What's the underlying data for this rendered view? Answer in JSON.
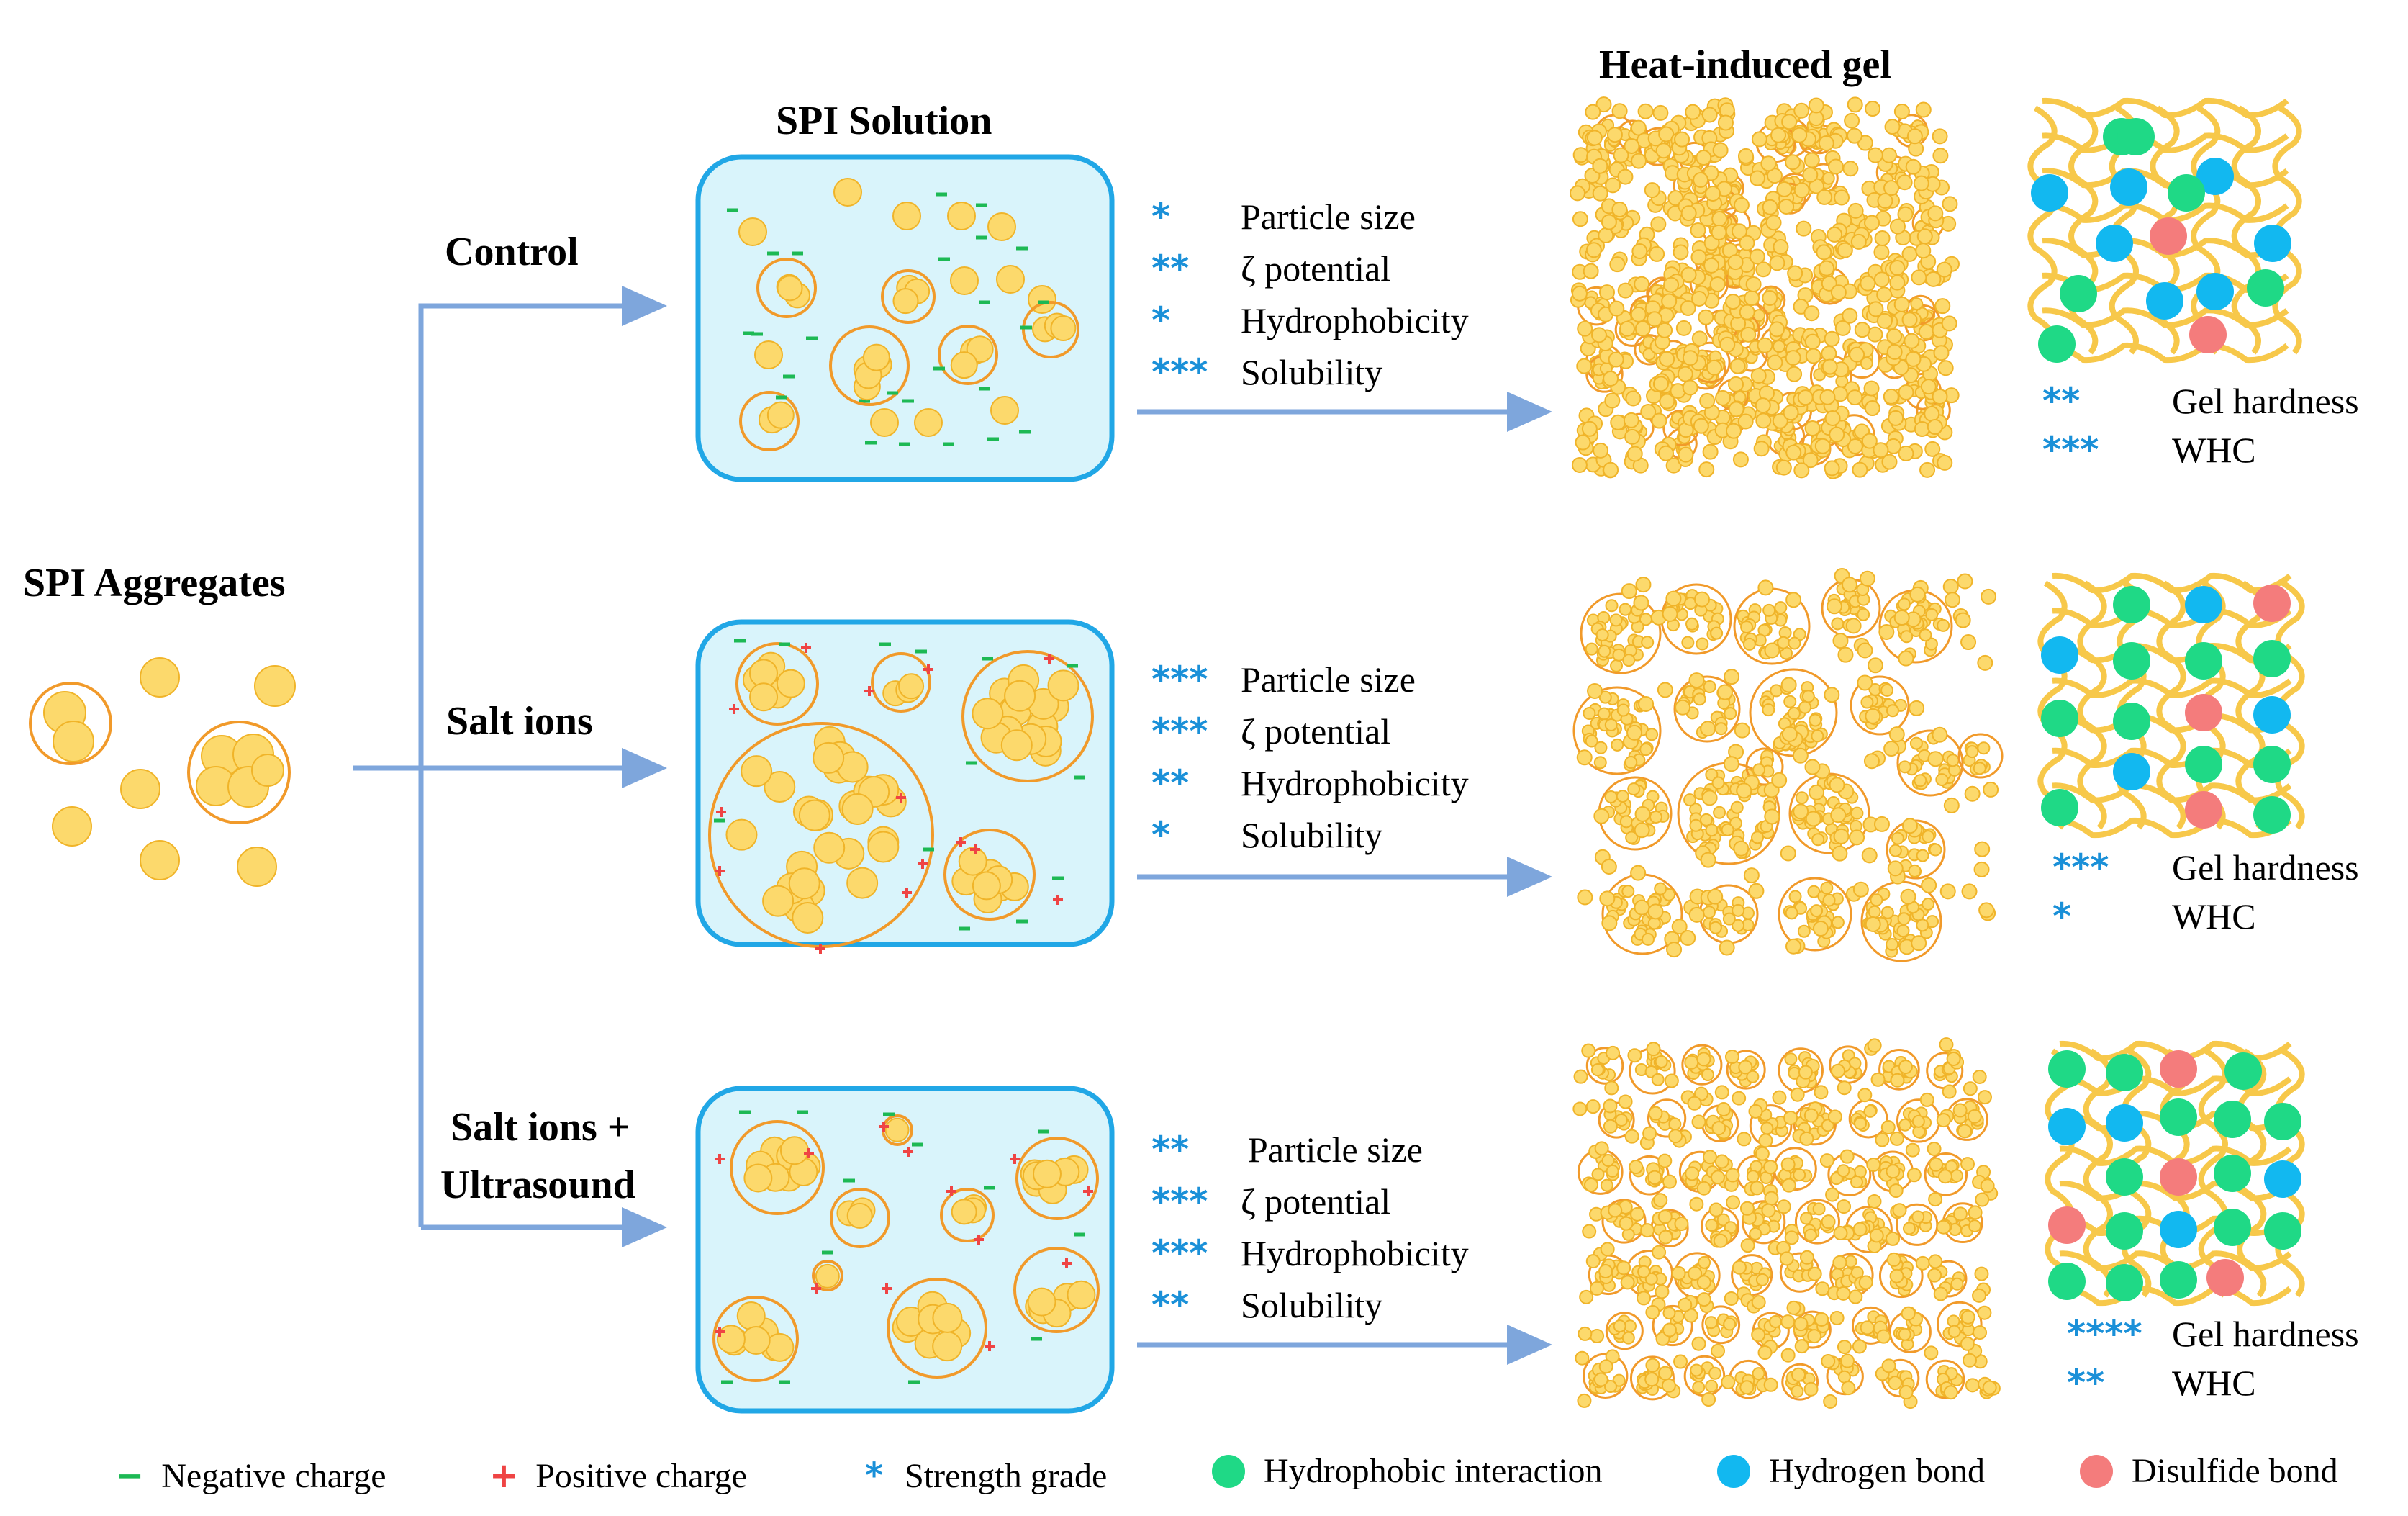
{
  "source": {
    "title": "SPI Aggregates"
  },
  "solution_title": "SPI Solution",
  "gel_title": "Heat-induced gel",
  "branches": [
    {
      "label": "Control",
      "solution_props": [
        {
          "stars": "*",
          "name": "Particle size"
        },
        {
          "stars": "**",
          "name": "ζ potential"
        },
        {
          "stars": "*",
          "name": "Hydrophobicity"
        },
        {
          "stars": "***",
          "name": "Solubility"
        }
      ],
      "gel_props": [
        {
          "stars": "**",
          "name": "Gel hardness"
        },
        {
          "stars": "***",
          "name": "WHC"
        }
      ]
    },
    {
      "label": "Salt ions",
      "solution_props": [
        {
          "stars": "***",
          "name": "Particle size"
        },
        {
          "stars": "***",
          "name": "ζ potential"
        },
        {
          "stars": "**",
          "name": "Hydrophobicity"
        },
        {
          "stars": "*",
          "name": "Solubility"
        }
      ],
      "gel_props": [
        {
          "stars": "***",
          "name": "Gel hardness"
        },
        {
          "stars": "*",
          "name": "WHC"
        }
      ]
    },
    {
      "label_line1": "Salt ions +",
      "label_line2": "Ultrasound",
      "solution_props": [
        {
          "stars": "**",
          "name": "Particle size"
        },
        {
          "stars": "***",
          "name": "ζ potential"
        },
        {
          "stars": "***",
          "name": "Hydrophobicity"
        },
        {
          "stars": "**",
          "name": "Solubility"
        }
      ],
      "gel_props": [
        {
          "stars": "****",
          "name": "Gel hardness"
        },
        {
          "stars": "**",
          "name": "WHC"
        }
      ]
    }
  ],
  "legend": [
    {
      "symbol": "−",
      "label": "Negative charge",
      "color": "#1db954",
      "icon": "negative-charge-icon"
    },
    {
      "symbol": "+",
      "label": "Positive charge",
      "color": "#ef4444",
      "icon": "positive-charge-icon"
    },
    {
      "symbol": "*",
      "label": "Strength grade",
      "color": "#1a90d8",
      "icon": "asterisk-icon"
    },
    {
      "symbol": "●",
      "label": "Hydrophobic interaction",
      "color": "#1fd986",
      "icon": "green-dot-icon"
    },
    {
      "symbol": "●",
      "label": "Hydrogen bond",
      "color": "#12b8f0",
      "icon": "blue-dot-icon"
    },
    {
      "symbol": "●",
      "label": "Disulfide bond",
      "color": "#f47c7c",
      "icon": "red-dot-icon"
    }
  ],
  "colors": {
    "arrow": "#7ea6dc",
    "box_border": "#21a7e6",
    "box_fill": "#d9f4fb",
    "particle_fill": "#fcd96c",
    "particle_stroke": "#f0b429",
    "aggregate_ring": "#f19a2a",
    "fiber": "#f7c84a",
    "green": "#1fd986",
    "blue": "#12b8f0",
    "red": "#f47c7c",
    "neg": "#1db954",
    "pos": "#ef4444",
    "stars": "#1a90d8"
  }
}
